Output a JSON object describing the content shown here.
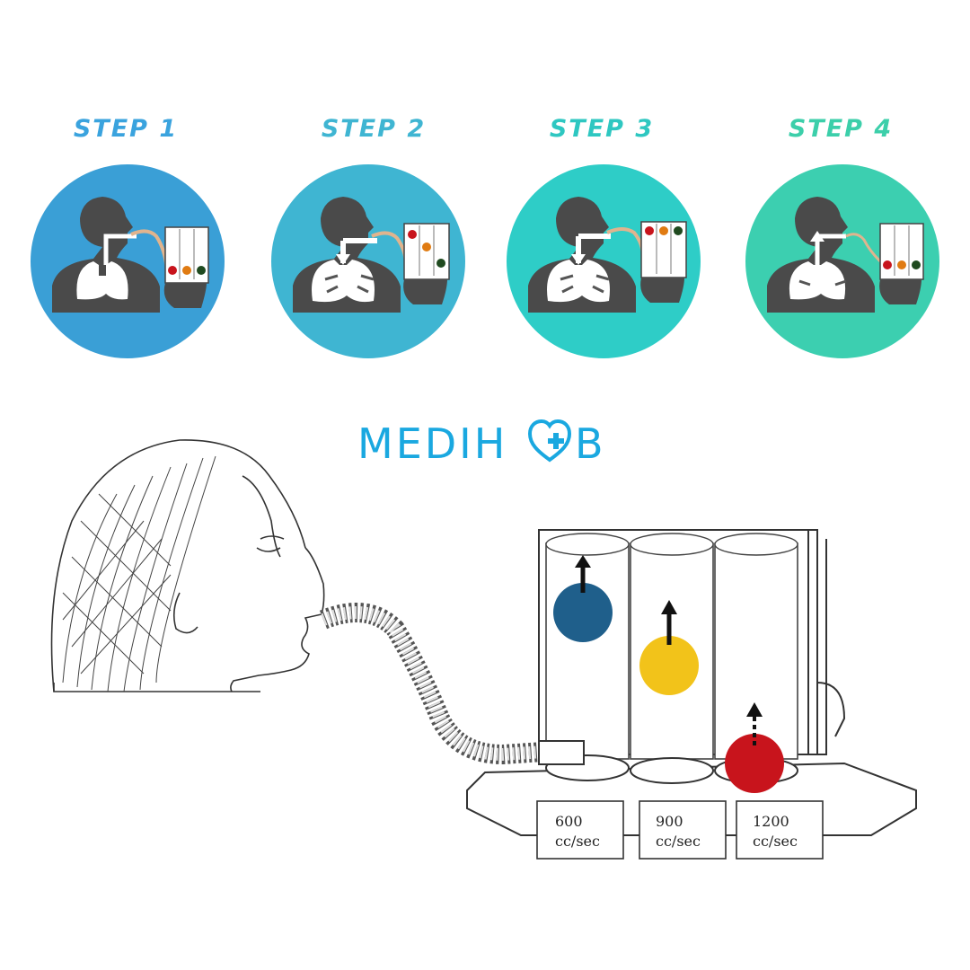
{
  "steps": [
    {
      "label": "STEP 1",
      "color": "#3a9fd6"
    },
    {
      "label": "STEP 2",
      "color": "#3fb5d2"
    },
    {
      "label": "STEP 3",
      "color": "#2ecdc7"
    },
    {
      "label": "STEP 4",
      "color": "#3ccfb0"
    }
  ],
  "logo": {
    "text_left": "MEDIH",
    "text_right": "B",
    "color": "#1aa8e0"
  },
  "device": {
    "chambers": [
      {
        "volume": "600",
        "unit": "cc/sec",
        "ball_color": "#1f5f8b"
      },
      {
        "volume": "900",
        "unit": "cc/sec",
        "ball_color": "#f2c31a"
      },
      {
        "volume": "1200",
        "unit": "cc/sec",
        "ball_color": "#c8141c"
      }
    ]
  }
}
